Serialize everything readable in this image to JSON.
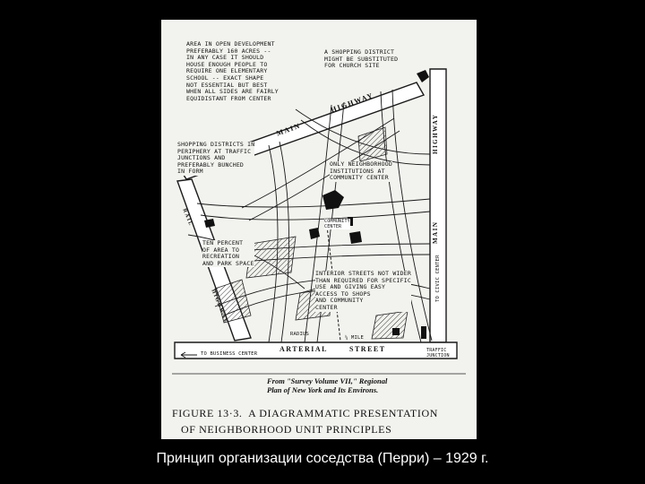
{
  "figure": {
    "labels": {
      "open_area": "AREA IN OPEN DEVELOPMENT\nPREFERABLY 160 ACRES --\nIN ANY CASE IT SHOULD\nHOUSE ENOUGH PEOPLE TO\nREQUIRE ONE ELEMENTARY\nSCHOOL -- EXACT SHAPE\nNOT ESSENTIAL BUT BEST\nWHEN ALL SIDES ARE FAIRLY\nEQUIDISTANT FROM CENTER",
      "shopping_church": "A SHOPPING DISTRICT\nMIGHT BE SUBSTITUTED\nFOR CHURCH SITE",
      "shopping_periphery": "SHOPPING DISTRICTS IN\nPERIPHERY AT TRAFFIC\nJUNCTIONS AND\nPREFERABLY BUNCHED\nIN FORM",
      "institutions": "ONLY NEIGHBORHOOD\nINSTITUTIONS AT\nCOMMUNITY CENTER",
      "recreation": "TEN PERCENT\nOF AREA TO\nRECREATION\nAND PARK SPACE",
      "interior_streets": "INTERIOR STREETS NOT WIDER\nTHAN REQUIRED FOR SPECIFIC\nUSE AND GIVING EASY\nACCESS TO SHOPS\nAND COMMUNITY\nCENTER",
      "community_center": "COMMUNITY\nCENTER",
      "to_civic_center": "TO CIVIC CENTER",
      "to_business_center": "TO BUSINESS CENTER",
      "traffic_junction": "TRAFFIC\nJUNCTION",
      "radius": "RADIUS",
      "quarter_mile": "¼ MILE",
      "arterial": "ARTERIAL",
      "street": "STREET",
      "main_top": "MAIN",
      "highway_top": "HIGHWAY",
      "highway_right": "HIGHWAY",
      "main_right": "MAIN",
      "highway_left": "HIGHWAY",
      "rail": "RAIL"
    },
    "source_line1": "From \"Survey Volume VII,\" Regional",
    "source_line2": "Plan of New York and Its Environs.",
    "caption_line1": "FIGURE 13·3.  A DIAGRAMMATIC PRESENTATION",
    "caption_line2": "OF NEIGHBORHOOD UNIT PRINCIPLES"
  },
  "slide_caption": "Принцип организации соседства (Перри) – 1929 г."
}
